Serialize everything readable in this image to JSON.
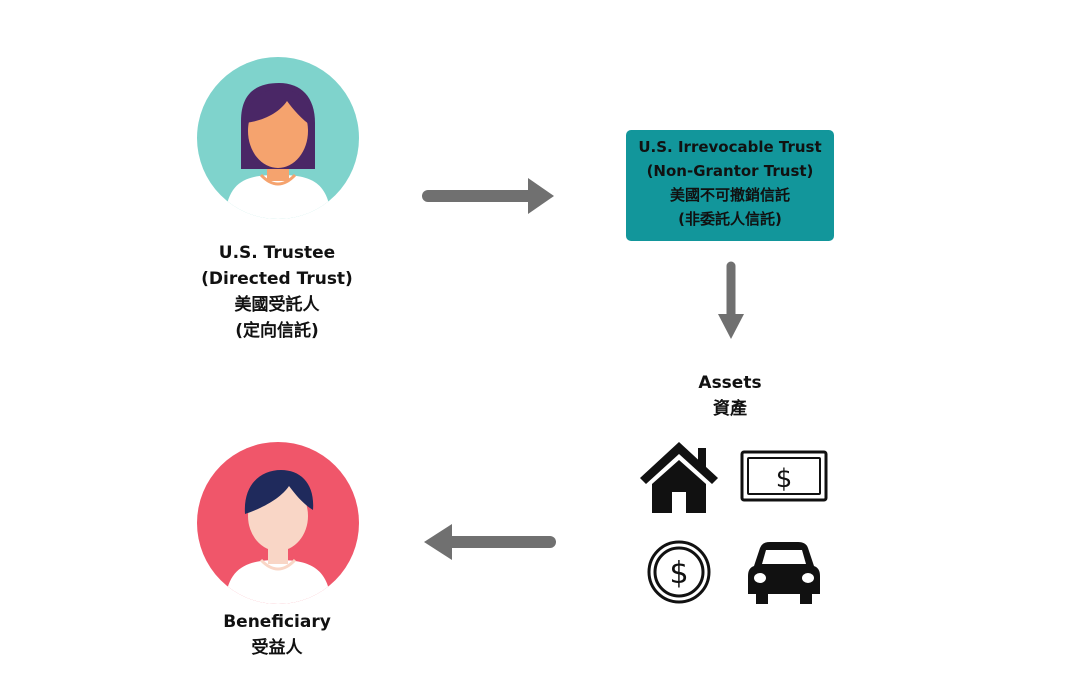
{
  "colors": {
    "trustee_bg": "#7fd3cc",
    "beneficiary_bg": "#f0566a",
    "trust_box": "#12969b",
    "arrow": "#707070",
    "hair_trustee": "#4a2766",
    "hair_beneficiary": "#1f2a5c",
    "skin_trustee": "#f5a36e",
    "skin_beneficiary": "#f9d6c6"
  },
  "trustee": {
    "lines": [
      "U.S. Trustee",
      "(Directed Trust)",
      "美國受託人",
      "(定向信託)"
    ]
  },
  "trust": {
    "lines": [
      "U.S. Irrevocable Trust",
      "(Non-Grantor Trust)",
      "美國不可撤銷信託",
      "(非委託人信託)"
    ]
  },
  "assets": {
    "lines": [
      "Assets",
      "資產"
    ],
    "icons": [
      "house-icon",
      "banknote-icon",
      "coin-icon",
      "car-icon"
    ],
    "banknote_symbol": "$",
    "coin_symbol": "$"
  },
  "beneficiary": {
    "lines": [
      "Beneficiary",
      "受益人"
    ]
  }
}
